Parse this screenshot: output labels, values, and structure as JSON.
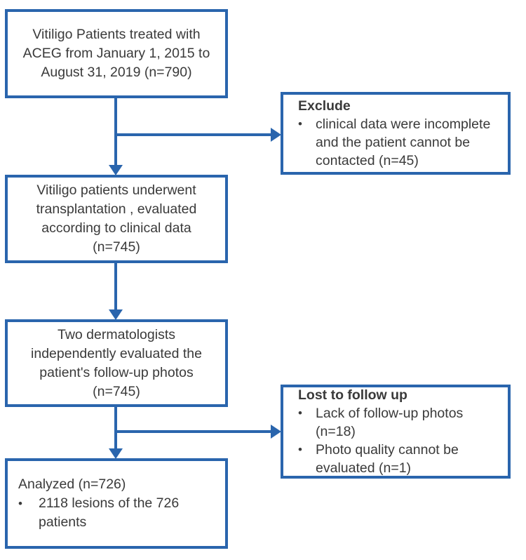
{
  "colors": {
    "line_blue": "#2a65ad",
    "text": "#3a3a3a",
    "background": "#ffffff"
  },
  "flow": {
    "enrollment": {
      "text": "Vitiligo Patients treated with\nACEG from January 1, 2015 to\nAugust 31, 2019 (n=790)"
    },
    "exclude": {
      "heading": "Exclude",
      "bullets": [
        {
          "marker": "•",
          "text": "clinical data were incomplete\nand the patient cannot be\ncontacted (n=45)"
        }
      ]
    },
    "transplantation": {
      "text": "Vitiligo patients underwent\ntransplantation , evaluated\naccording to clinical data\n(n=745)"
    },
    "evaluation": {
      "text": "Two dermatologists\nindependently evaluated the\npatient's follow-up photos\n(n=745)"
    },
    "lost_to_follow_up": {
      "heading": "Lost to follow up",
      "bullets": [
        {
          "marker": "•",
          "text": "Lack of follow-up photos (n=18)"
        },
        {
          "marker": "•",
          "text": "Photo quality cannot be\nevaluated (n=1)"
        }
      ]
    },
    "analyzed": {
      "heading": "Analyzed (n=726)",
      "bullets": [
        {
          "marker": "•",
          "text": "2118 lesions of the 726\npatients"
        }
      ]
    }
  }
}
